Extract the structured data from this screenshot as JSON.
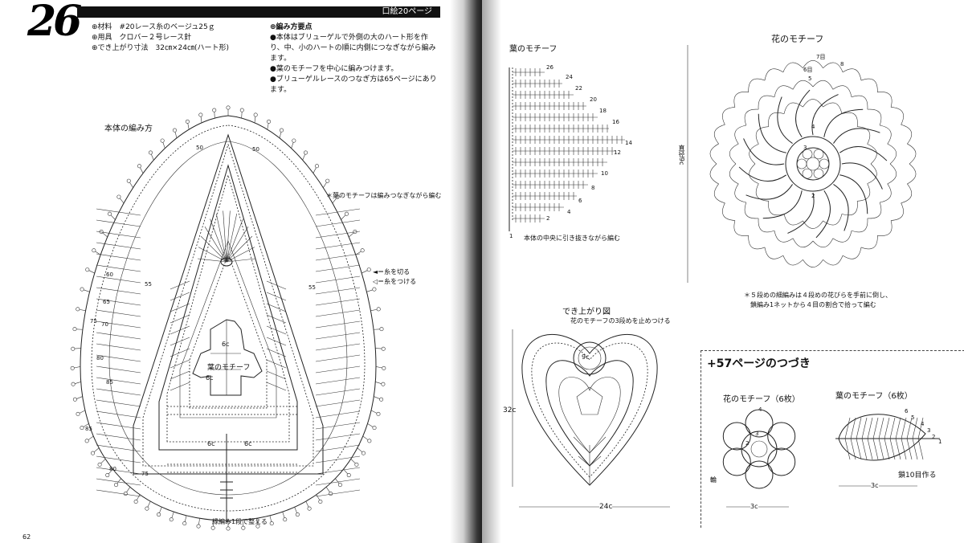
{
  "left_page": {
    "pattern_number": "26",
    "ref_label": "口絵20ページ",
    "materials": {
      "material": "⊕材料　#20レース糸のベージュ25ｇ",
      "tools": "⊕用具　クロバー２号レース針",
      "size": "⊕でき上がり寸法　32㎝×24㎝(ハート形)"
    },
    "notes": {
      "title": "⊕編み方要点",
      "items": [
        "●本体はブリューゲルで外側の大のハート形を作り、中、小のハートの順に内側につなぎながら編みます。",
        "●葉のモチーフを中心に編みつけます。",
        "●ブリューゲルレースのつなぎ方は65ページにあります。"
      ]
    },
    "body_title": "本体の編み方",
    "annotation_leaf_join": "＊葉のモチーフは編みつなぎながら編む",
    "legend_cut": "◄＝糸を切る",
    "legend_attach": "◁＝糸をつける",
    "center_label": "葉のモチーフ",
    "edge_note": "縁編み1段で整える",
    "page_number": "62",
    "row_numbers": [
      "50",
      "50",
      "55",
      "55",
      "60",
      "65",
      "70",
      "75",
      "80",
      "85",
      "75",
      "80",
      "85"
    ],
    "dim_labels": [
      "6c",
      "6c",
      "6c",
      "6c"
    ]
  },
  "right_page": {
    "leaf_motif": {
      "title": "葉のモチーフ",
      "row_numbers": [
        "26",
        "24",
        "22",
        "20",
        "18",
        "16",
        "14",
        "12",
        "10",
        "8",
        "6",
        "4",
        "2",
        "1"
      ],
      "note": "本体の中央に引き抜きながら編む"
    },
    "flower_motif": {
      "title": "花のモチーフ",
      "rows": [
        "7目",
        "8",
        "6目",
        "5",
        "4",
        "3",
        "2"
      ],
      "diameter": "直径9c",
      "note_line1": "＊５段めの細編みは４段めの花びらを手前に倒し、",
      "note_line2": "鎖編み1ネットから４目の割合で拾って編む"
    },
    "finished": {
      "title": "でき上がり図",
      "attach_note": "花のモチーフの3段めを止めつける",
      "circle_label": "9c",
      "height": "32c",
      "width": "24c"
    },
    "continuation": {
      "title": "+57ページのつづき",
      "flower_title": "花のモチーフ（6枚）",
      "leaf_title": "葉のモチーフ（6枚）",
      "flower_rows": [
        "4",
        "3",
        "2"
      ],
      "flower_ring": "輪",
      "flower_width": "3c",
      "leaf_rows": [
        "6",
        "5",
        "4",
        "3",
        "2",
        "1"
      ],
      "leaf_chain": "鎖10目作る",
      "leaf_width": "3c"
    }
  }
}
